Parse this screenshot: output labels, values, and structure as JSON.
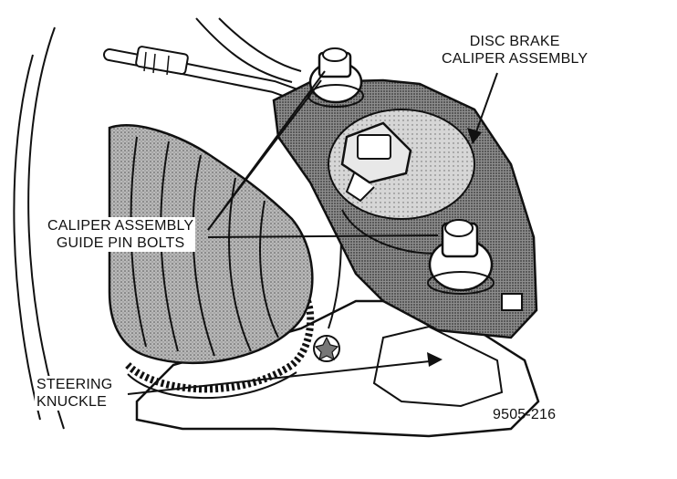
{
  "labels": {
    "caliper": {
      "line1": "DISC BRAKE",
      "line2": "CALIPER ASSEMBLY"
    },
    "guide_pins": {
      "line1": "CALIPER ASSEMBLY",
      "line2": "GUIDE PIN BOLTS"
    },
    "knuckle": {
      "line1": "STEERING",
      "line2": "KNUCKLE"
    },
    "figure_id": "9505-216"
  },
  "colors": {
    "ink": "#111111",
    "shade": "#8a8a8a",
    "shade_light": "#b3b3b3",
    "paper": "#ffffff"
  }
}
